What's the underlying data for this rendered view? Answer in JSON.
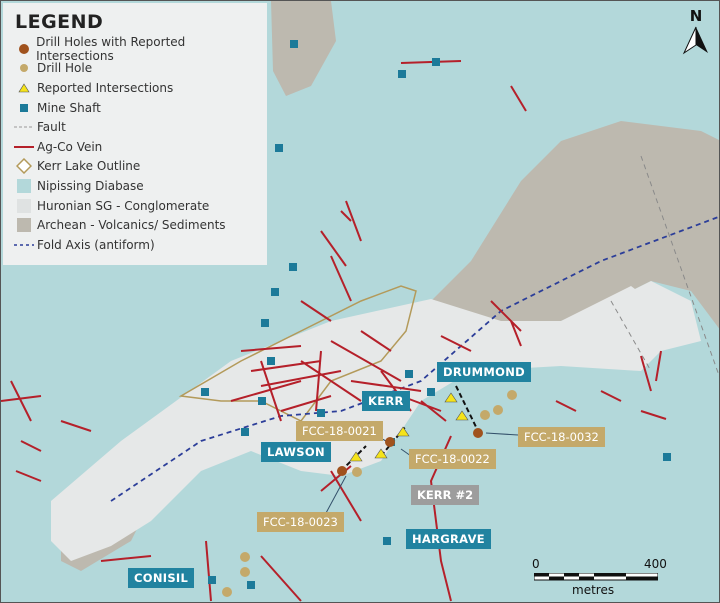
{
  "legend": {
    "title": "LEGEND",
    "items": [
      {
        "label": "Drill Holes with Reported Intersections",
        "icon": "brown-circle",
        "color": "#a0521d"
      },
      {
        "label": "Drill Hole",
        "icon": "tan-circle",
        "color": "#c4a96a"
      },
      {
        "label": "Reported Intersections",
        "icon": "yellow-triangle",
        "color": "#f5e31a"
      },
      {
        "label": "Mine Shaft",
        "icon": "blue-square",
        "color": "#1c7a99"
      },
      {
        "label": "Fault",
        "icon": "grey-dashed-line",
        "color": "#999999"
      },
      {
        "label": "Ag-Co Vein",
        "icon": "red-line",
        "color": "#b5202a"
      },
      {
        "label": "Kerr Lake Outline",
        "icon": "tan-diamond",
        "color": "#b39a5a"
      },
      {
        "label": "Nipissing Diabase",
        "icon": "light-blue-swatch",
        "color": "#b3d8da"
      },
      {
        "label": "Huronian SG - Conglomerate",
        "icon": "light-grey-swatch",
        "color": "#e6e8e8"
      },
      {
        "label": "Archean - Volcanics/ Sediments",
        "icon": "grey-swatch",
        "color": "#bdb9af"
      },
      {
        "label": "Fold Axis (antiform)",
        "icon": "blue-dashed-line",
        "color": "#2c3e99"
      }
    ]
  },
  "mines": {
    "drummond": "DRUMMOND",
    "kerr": "KERR",
    "lawson": "LAWSON",
    "kerr2": "KERR #2",
    "hargrave": "HARGRAVE",
    "conisil": "CONISIL"
  },
  "drill_holes": {
    "h21": "FCC-18-0021",
    "h22": "FCC-18-0022",
    "h23": "FCC-18-0023",
    "h32": "FCC-18-0032"
  },
  "north": "N",
  "scale": {
    "start": "0",
    "end": "400",
    "unit": "metres"
  }
}
